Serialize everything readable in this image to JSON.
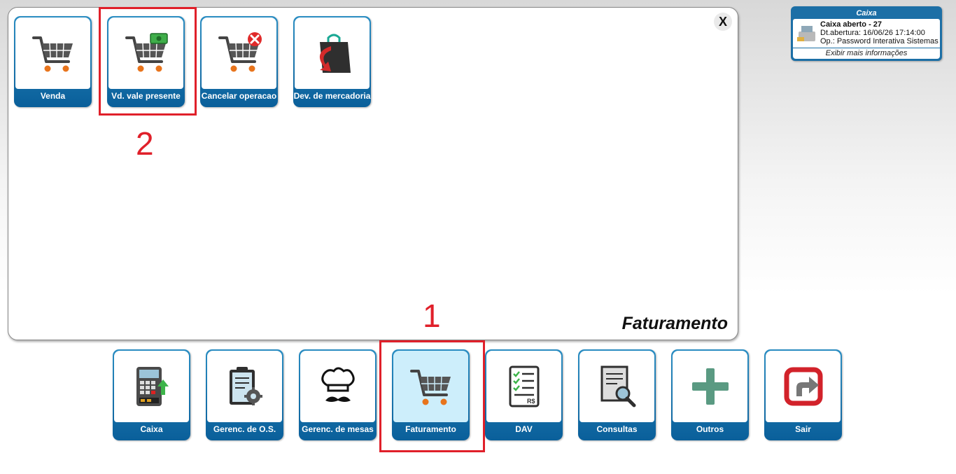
{
  "panel": {
    "title": "Faturamento",
    "close_label": "X",
    "tiles": [
      {
        "label": "Venda",
        "icon": "cart-icon"
      },
      {
        "label": "Vd. vale presente",
        "icon": "cart-money-icon"
      },
      {
        "label": "Cancelar operacao",
        "icon": "cart-cancel-icon"
      },
      {
        "label": "Dev. de mercadoria",
        "icon": "bag-return-icon"
      }
    ]
  },
  "toolbar": {
    "tiles": [
      {
        "label": "Caixa",
        "icon": "cash-register-icon"
      },
      {
        "label": "Gerenc. de O.S.",
        "icon": "clipboard-gear-icon"
      },
      {
        "label": "Gerenc. de mesas",
        "icon": "chef-icon"
      },
      {
        "label": "Faturamento",
        "icon": "cart-icon",
        "active": true
      },
      {
        "label": "DAV",
        "icon": "checklist-icon"
      },
      {
        "label": "Consultas",
        "icon": "document-search-icon"
      },
      {
        "label": "Outros",
        "icon": "plus-icon"
      },
      {
        "label": "Sair",
        "icon": "exit-icon"
      }
    ]
  },
  "caixa": {
    "header": "Caixa",
    "status": "Caixa aberto - 27",
    "opened": "Dt.abertura: 16/06/26 17:14:00",
    "operator": "Op.: Password Interativa Sistemas",
    "more_info": "Exibir mais informações"
  },
  "annotations": {
    "first": "1",
    "second": "2"
  },
  "colors": {
    "tile_blue": "#0a5f9a",
    "annotation_red": "#e0202a",
    "active_face": "#cdeefb"
  }
}
